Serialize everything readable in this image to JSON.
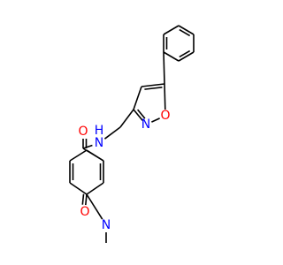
{
  "molecule": {
    "atoms": {
      "o_carbonyl_amide": "O",
      "n_amide": "N",
      "h_amide": "H",
      "n_isoxazole": "N",
      "o_isoxazole": "O",
      "o_pyridone": "O",
      "n_pyridone": "N"
    },
    "colors": {
      "bond": "#000000",
      "oxygen": "#ff0000",
      "nitrogen": "#0000ff"
    }
  }
}
